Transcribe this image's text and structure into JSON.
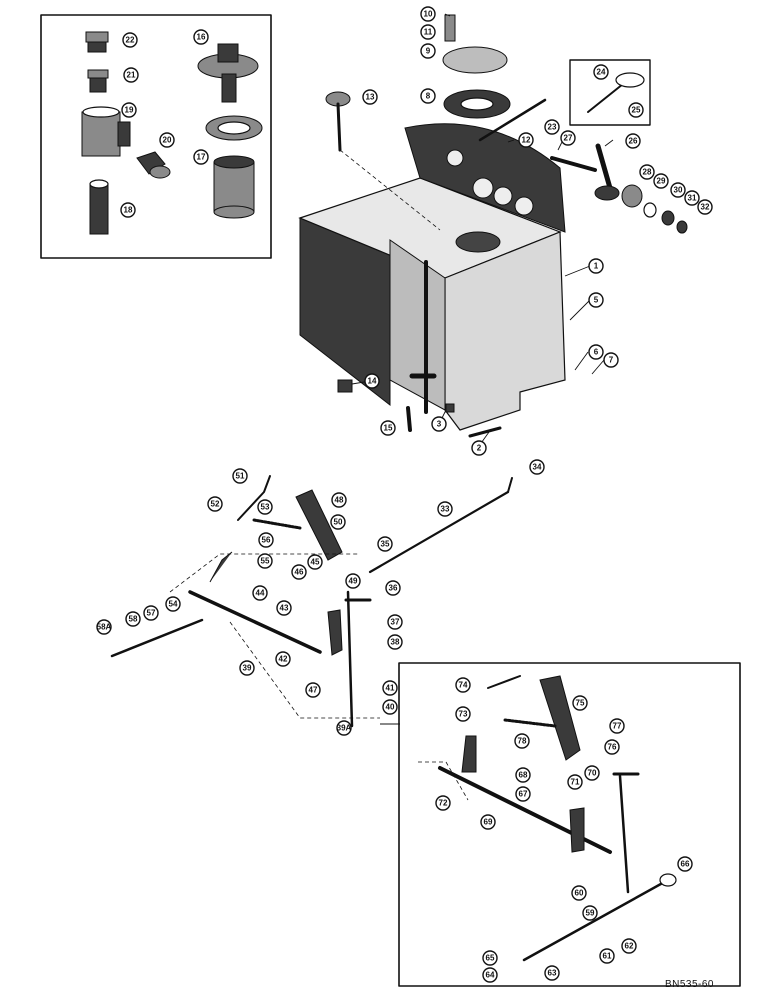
{
  "drawing_number": "BN535-60",
  "callouts": [
    "1",
    "2",
    "3",
    "5",
    "6",
    "7",
    "8",
    "9",
    "10",
    "11",
    "12",
    "13",
    "14",
    "15",
    "16",
    "17",
    "18",
    "19",
    "20",
    "21",
    "22",
    "23",
    "24",
    "25",
    "26",
    "27",
    "28",
    "29",
    "30",
    "31",
    "32",
    "33",
    "34",
    "35",
    "36",
    "37",
    "38",
    "39",
    "39A",
    "40",
    "41",
    "42",
    "43",
    "44",
    "45",
    "46",
    "47",
    "48",
    "49",
    "50",
    "51",
    "52",
    "53",
    "54",
    "55",
    "56",
    "57",
    "58",
    "58A",
    "59",
    "60",
    "61",
    "62",
    "63",
    "64",
    "65",
    "66",
    "67",
    "68",
    "69",
    "70",
    "71",
    "72",
    "73",
    "74",
    "75",
    "76",
    "77",
    "78"
  ]
}
